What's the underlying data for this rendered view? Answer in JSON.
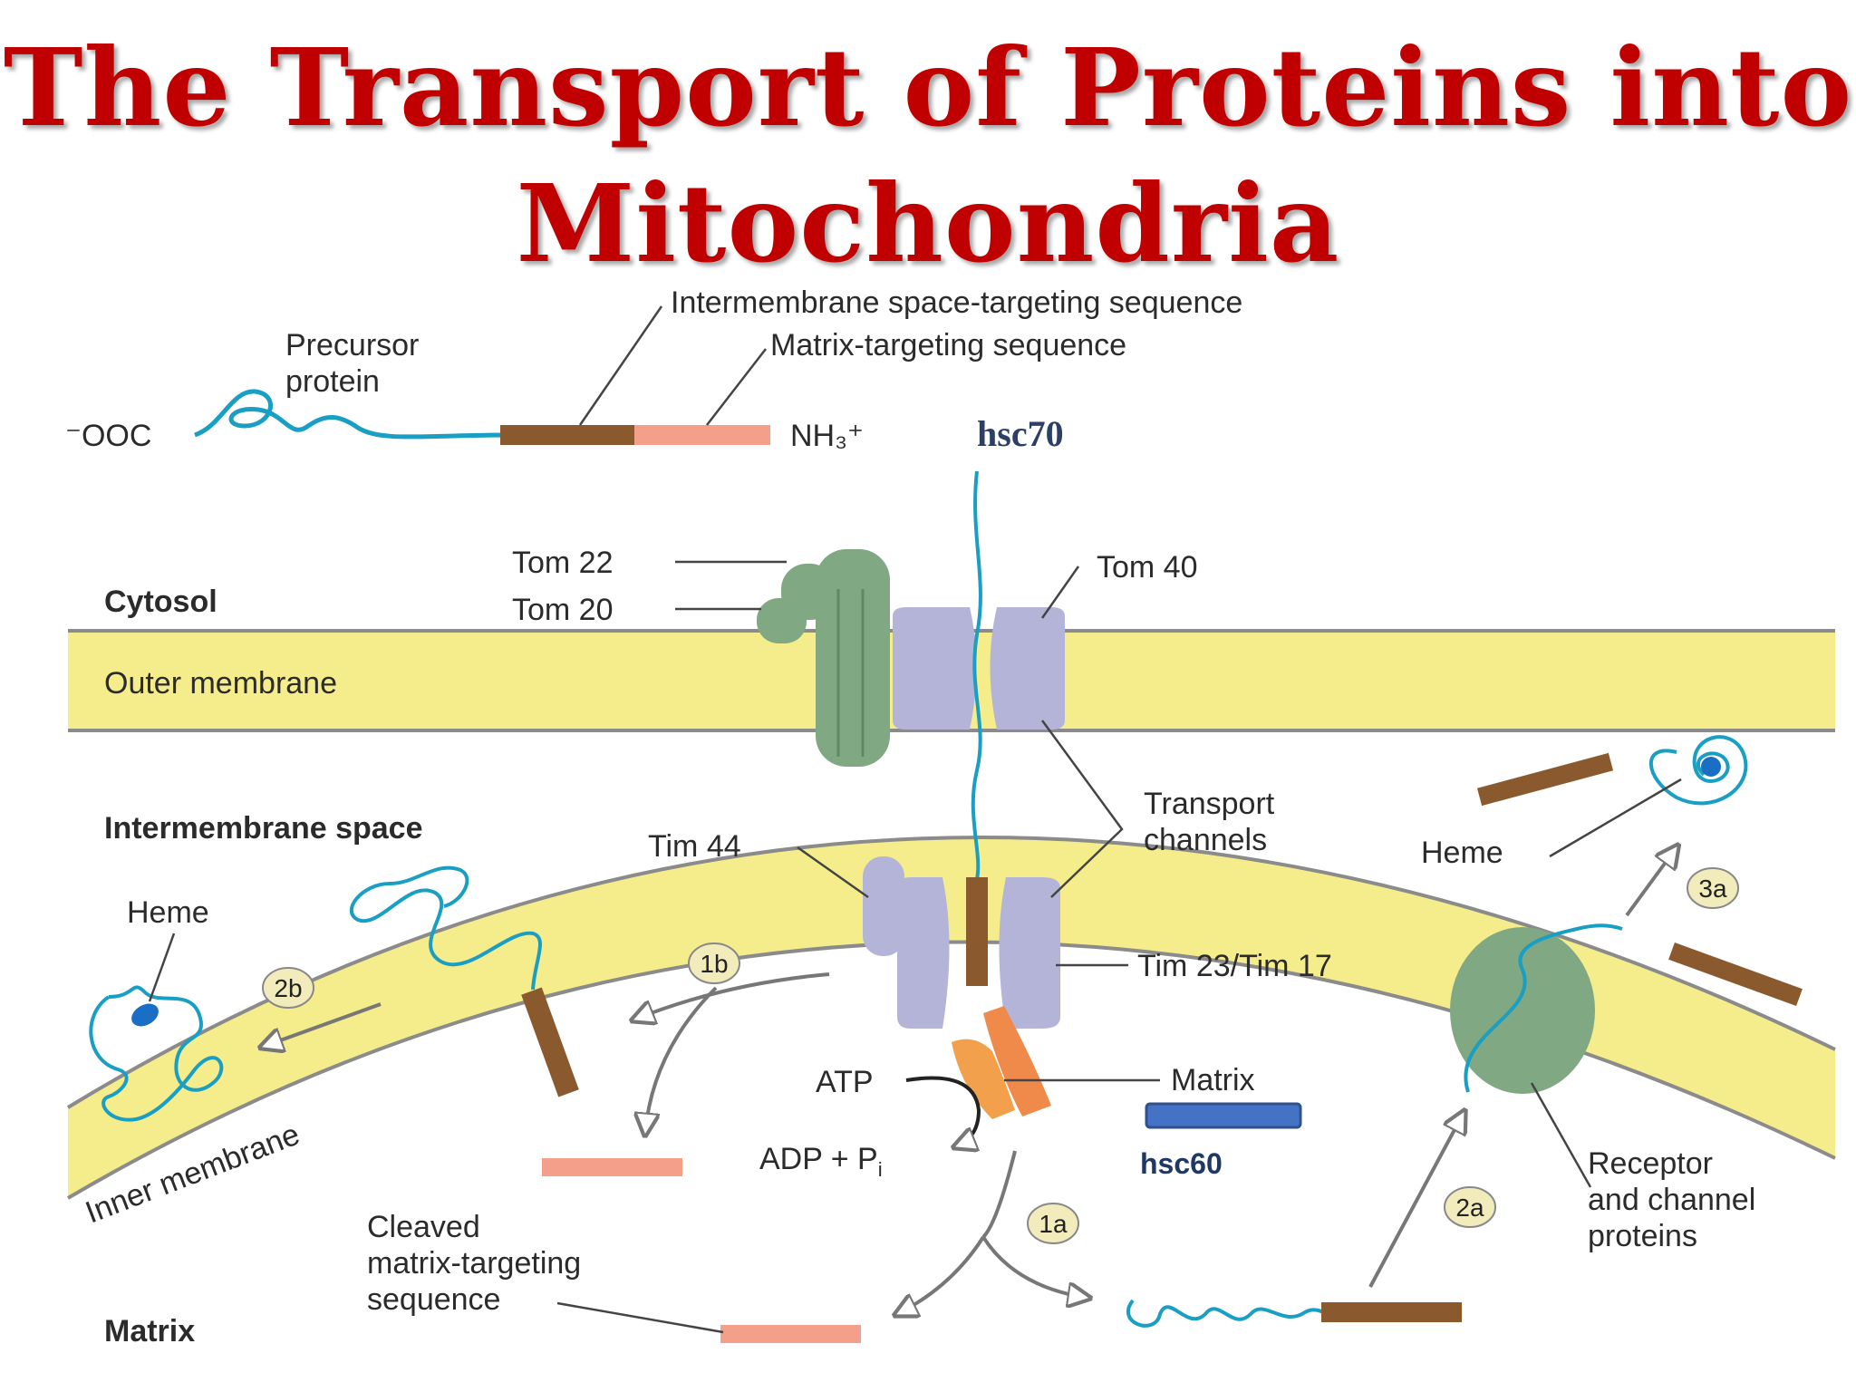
{
  "title": {
    "line1": "The Transport of Proteins into",
    "line2": "Mitochondria"
  },
  "labels": {
    "ims_targeting": "Intermembrane space-targeting sequence",
    "matrix_targeting": "Matrix-targeting sequence",
    "precursor_line1": "Precursor",
    "precursor_line2": "protein",
    "cooh": "⁻OOC",
    "nh3": "NH₃⁺",
    "hsc70": "hsc70",
    "tom22": "Tom 22",
    "tom20": "Tom 20",
    "tom40": "Tom 40",
    "cytosol": "Cytosol",
    "outer_membrane": "Outer membrane",
    "intermembrane_space": "Intermembrane space",
    "tim44": "Tim 44",
    "transport_line1": "Transport",
    "transport_line2": "channels",
    "heme_right": "Heme",
    "heme_left": "Heme",
    "tim23": "Tim 23/Tim 17",
    "atp": "ATP",
    "adp": "ADP + P",
    "adp_sub": "i",
    "matrix_label": "Matrix",
    "hsc60": "hsc60",
    "inner_membrane": "Inner membrane",
    "cleaved_line1": "Cleaved",
    "cleaved_line2": "matrix-targeting",
    "cleaved_line3": "sequence",
    "receptor_line1": "Receptor",
    "receptor_line2": "and channel",
    "receptor_line3": "proteins",
    "matrix_region": "Matrix"
  },
  "steps": [
    "1a",
    "1b",
    "2a",
    "2b",
    "3a"
  ],
  "colors": {
    "title": "#c00000",
    "membrane": "#f5ec8c",
    "tom_complex": "#7fa883",
    "channel": "#b4b4d8",
    "protein_chain": "#1a9fc4",
    "ims_sequence": "#8a5a2e",
    "matrix_sequence": "#f2a08a",
    "chaperone": "#f08a4b",
    "hsc60_bar": "#4472c4"
  }
}
